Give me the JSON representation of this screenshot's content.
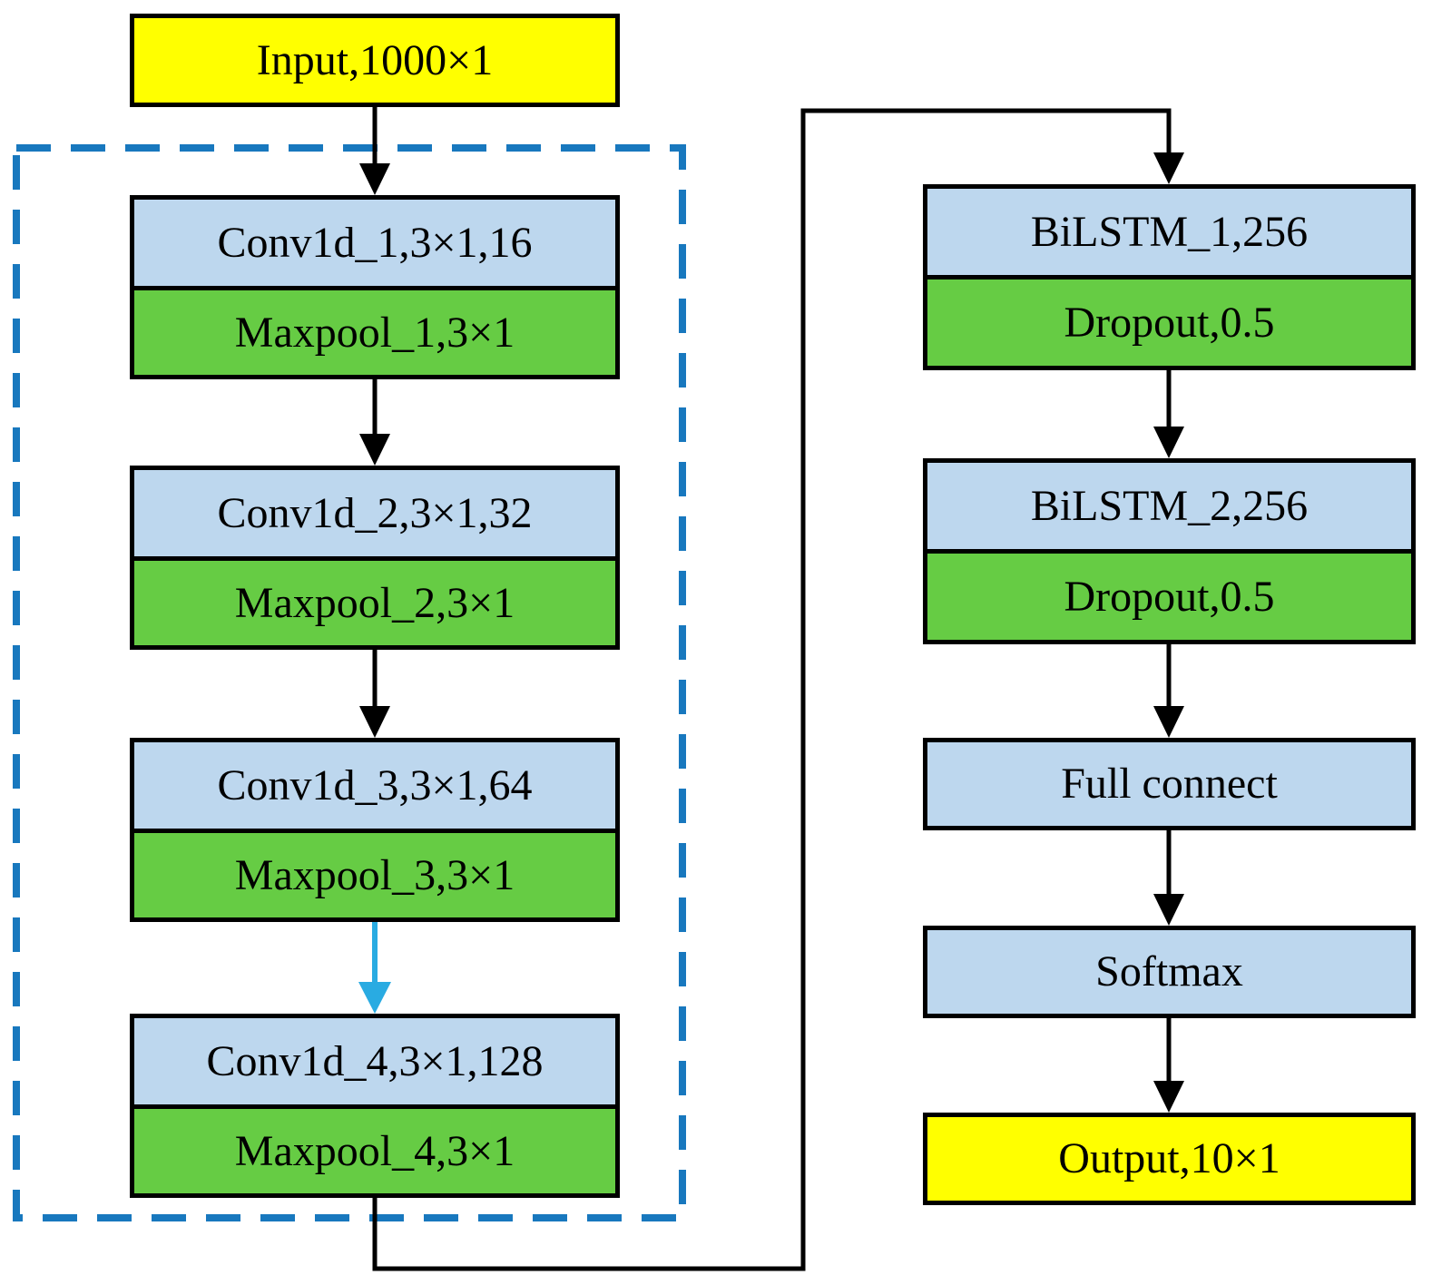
{
  "colors": {
    "io_box_fill": "#FFFF00",
    "conv_lstm_box_fill": "#BDD7EE",
    "pool_dropout_box_fill": "#66CC44",
    "box_border": "#000000",
    "arrow_black": "#000000",
    "arrow_highlight_blue": "#29ABE2",
    "cnn_block_dashed_border": "#1878BE"
  },
  "input": {
    "label": "Input,1000×1"
  },
  "cnn_block": {
    "stacks": [
      {
        "conv": "Conv1d_1,3×1,16",
        "pool": "Maxpool_1,3×1"
      },
      {
        "conv": "Conv1d_2,3×1,32",
        "pool": "Maxpool_2,3×1"
      },
      {
        "conv": "Conv1d_3,3×1,64",
        "pool": "Maxpool_3,3×1"
      },
      {
        "conv": "Conv1d_4,3×1,128",
        "pool": "Maxpool_4,3×1"
      }
    ]
  },
  "lstm_block": {
    "stacks": [
      {
        "lstm": "BiLSTM_1,256",
        "dropout": "Dropout,0.5"
      },
      {
        "lstm": "BiLSTM_2,256",
        "dropout": "Dropout,0.5"
      }
    ],
    "full_connect": "Full connect",
    "softmax": "Softmax"
  },
  "output": {
    "label": "Output,10×1"
  }
}
